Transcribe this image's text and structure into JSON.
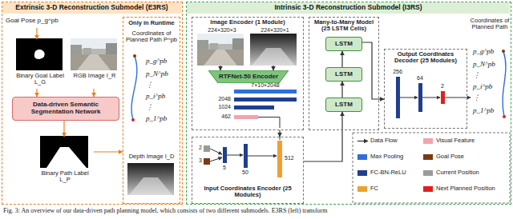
{
  "diagram": {
    "caption": "Fig. 3: An overview of our data-driven path planning model, which consists of two different submodels. E3RS (left) transform",
    "nodes": [
      {
        "text": [
          "Extrinsic 3-D Reconstruction Submodel (E3RS)"
        ]
      },
      {
        "text": [
          "Goal Pose p_g^pb"
        ],
        "in": 0
      },
      {
        "text": [
          "Binary Goal Label L_G"
        ],
        "in": 0
      },
      {
        "text": [
          "RGB Image I_R"
        ],
        "in": 0
      },
      {
        "text": [
          "Only in Runtime",
          "Coordinates of Planned Path P^pb",
          "p_g^pb",
          "p_N^pb",
          "⋮",
          "p_i^pb",
          "⋮",
          "p_1^pb"
        ],
        "in": 0
      },
      {
        "text": [
          "Depth Image I_D"
        ],
        "in": 4
      },
      {
        "text": [
          "Data-driven Semantic Segmentation Network"
        ],
        "in": 0
      },
      {
        "text": [
          "Binary Path Label L_P"
        ],
        "in": 0
      },
      {
        "text": [
          "Intrinsic 3-D Reconstruction Submodel (I3RS)"
        ]
      },
      {
        "text": [
          "Image Encoder (1 Module)"
        ],
        "in": 8
      },
      {
        "text": [
          "224×320×3"
        ],
        "in": 9
      },
      {
        "text": [
          "224×320×1"
        ],
        "in": 9
      },
      {
        "text": [
          "RTFNet-50 Encoder"
        ],
        "in": 9
      },
      {
        "text": [
          "Input Coordinates Encoder (25 Modules)"
        ],
        "in": 8
      },
      {
        "text": [
          "Many-to-Many Model (25 LSTM Cells)"
        ],
        "in": 8
      },
      {
        "text": [
          "LSTM"
        ],
        "in": 14
      },
      {
        "text": [
          "LSTM"
        ],
        "in": 14
      },
      {
        "text": [
          "LSTM"
        ],
        "in": 14
      },
      {
        "text": [
          "Output Coordinates Decoder (25 Modules)"
        ],
        "in": 8
      }
    ],
    "edges": [
      {
        "from": 1,
        "to": 2,
        "arrow": "to"
      },
      {
        "from": 2,
        "to": 6,
        "arrow": "to"
      },
      {
        "from": 3,
        "to": 6,
        "arrow": "to"
      },
      {
        "from": 6,
        "to": 7,
        "arrow": "to"
      },
      {
        "from": 7,
        "to": 4,
        "arrow": "to"
      },
      {
        "from": 10,
        "to": 12,
        "arrow": "to"
      },
      {
        "from": 11,
        "to": 12,
        "arrow": "to"
      },
      {
        "from": 9,
        "to": 13,
        "arrow": "to"
      },
      {
        "from": 13,
        "to": 17,
        "arrow": "to"
      },
      {
        "from": 17,
        "to": 16,
        "arrow": "to"
      },
      {
        "from": 16,
        "to": 15,
        "arrow": "to"
      },
      {
        "from": 15,
        "to": 18,
        "arrow": "to"
      }
    ],
    "labels": [
      "7×10×2048",
      "2048",
      "1024",
      "462",
      "2",
      "3",
      "5",
      "50",
      "512",
      "256",
      "64",
      "2",
      "Coordinates of Planned Path",
      "p_g^pb",
      "p_N^pb",
      "⋮",
      "p_i^pb",
      "⋮",
      "p_1^pb"
    ],
    "legend": [
      {
        "text": "Data Flow"
      },
      {
        "text": "Max Pooling",
        "color": "#2f6fdc"
      },
      {
        "text": "FC-BN-ReLU",
        "color": "#1f3f8f"
      },
      {
        "text": "FC",
        "color": "#f0a030"
      },
      {
        "text": "Visual Feature",
        "color": "#f4a3ad"
      },
      {
        "text": "Goal Pose",
        "color": "#7a3b10"
      },
      {
        "text": "Current Position",
        "color": "#9a9a9a"
      },
      {
        "text": "Next Planned Position",
        "color": "#e02020"
      }
    ]
  }
}
